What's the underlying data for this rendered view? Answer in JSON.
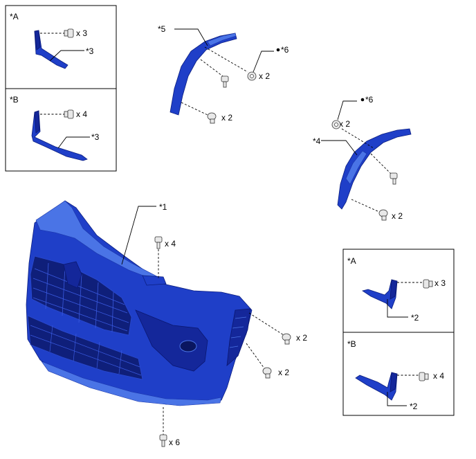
{
  "diagram": {
    "detail_boxes": {
      "left_top": {
        "tag": "*A",
        "count": "x 3",
        "part": "*3"
      },
      "left_bottom": {
        "tag": "*B",
        "count": "x 4",
        "part": "*3"
      },
      "right_top": {
        "tag": "*A",
        "count": "x 3",
        "part": "*2"
      },
      "right_bottom": {
        "tag": "*B",
        "count": "x 4",
        "part": "*2"
      }
    },
    "right_moulding": {
      "part": "*5",
      "marker": "*6",
      "nut_count": "x 2",
      "clip_count": "x 2"
    },
    "left_moulding": {
      "part": "*4",
      "marker": "*6",
      "nut_count": "x 2",
      "clip_count": "x 2"
    },
    "bumper": {
      "part": "*1",
      "top_bolt_count": "x 4",
      "side_clip_count_upper": "x 2",
      "side_clip_count_lower": "x 2",
      "bottom_screw_count": "x 6"
    },
    "colors": {
      "part_blue": "#1f3fc8",
      "outline": "#000000"
    },
    "icons": [
      "bolt-icon",
      "clip-icon",
      "nut-icon",
      "bullet-dot-icon"
    ]
  }
}
